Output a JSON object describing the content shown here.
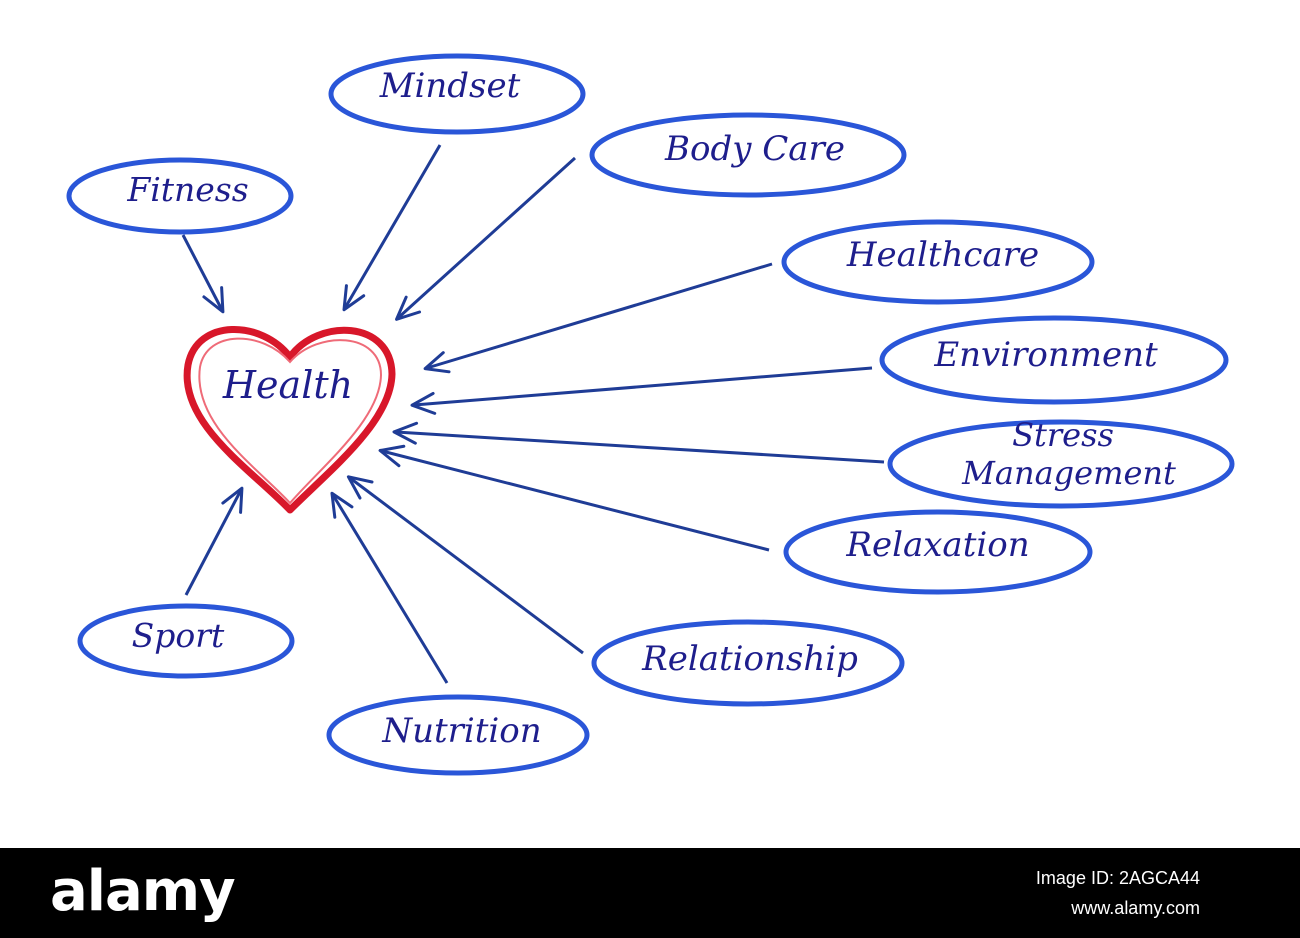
{
  "colors": {
    "ellipse_stroke": "#2a56d8",
    "arrow": "#1f3c96",
    "heart": "#d8172a",
    "text": "#1e1e8c",
    "footer_bg": "#000000",
    "footer_text": "#ffffff"
  },
  "diagram": {
    "center": "Health",
    "nodes": {
      "mindset": "Mindset",
      "body_care": "Body Care",
      "fitness": "Fitness",
      "healthcare": "Healthcare",
      "environment": "Environment",
      "stress_line1": "Stress",
      "stress_line2": "Management",
      "relaxation": "Relaxation",
      "sport": "Sport",
      "relationship": "Relationship",
      "nutrition": "Nutrition"
    }
  },
  "footer": {
    "brand": "alamy",
    "image_id": "Image ID: 2AGCA44",
    "url": "www.alamy.com"
  }
}
